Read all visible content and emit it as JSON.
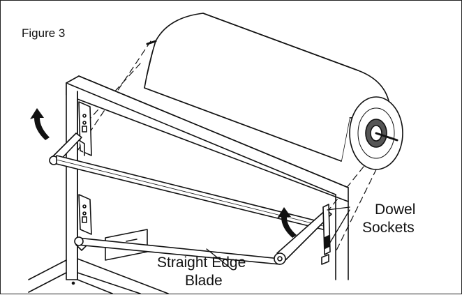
{
  "figure": {
    "title": "Figure 3",
    "labels": {
      "dowel_sockets_line1": "Dowel",
      "dowel_sockets_line2": "Sockets",
      "blade_line1": "Straight Edge",
      "blade_line2": "Blade"
    }
  },
  "colors": {
    "stroke": "#111111",
    "paper": "#ffffff",
    "shade": "#bdbdbd"
  },
  "icons": [
    "rotate-arrow-icon"
  ]
}
